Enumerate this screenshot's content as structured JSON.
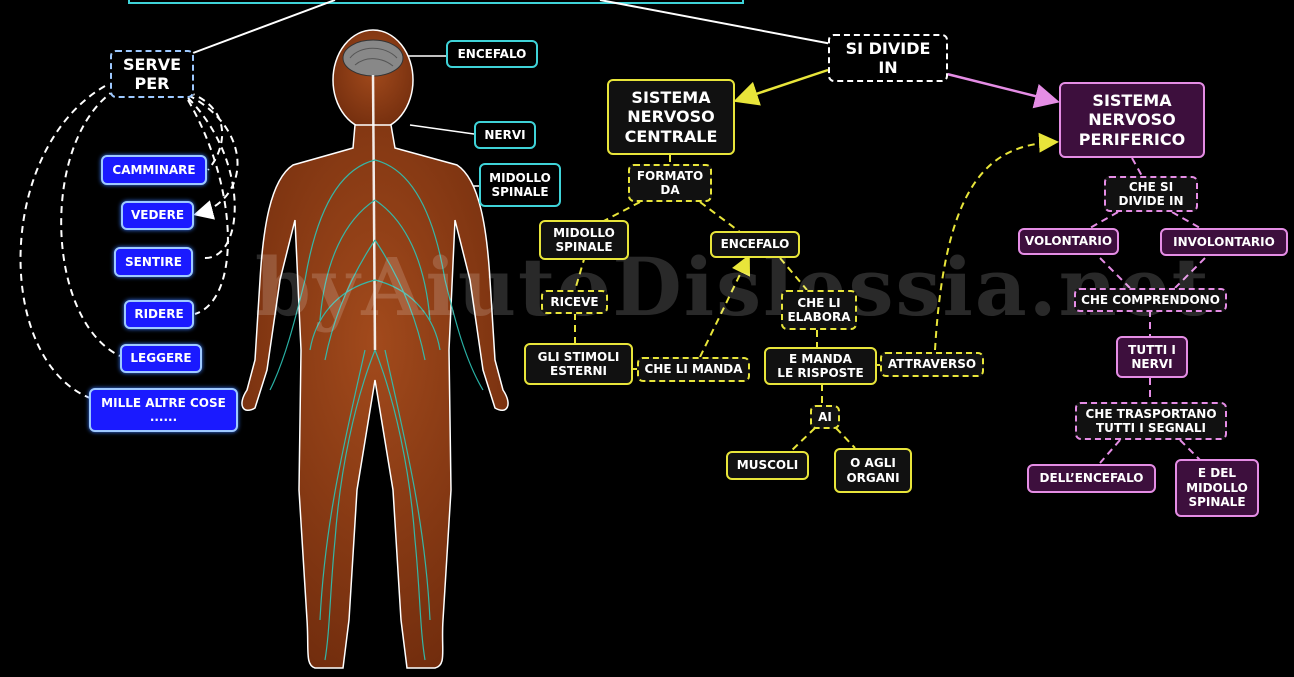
{
  "colors": {
    "background": "#000000",
    "blue_node": "#1a1aff",
    "cyan": "#3fd3d8",
    "yellow": "#e8e53a",
    "purple": "#e58de5",
    "body": "#8b3a14",
    "nerves": "#2ec4b6"
  },
  "left": {
    "serve_per": "SERVE\nPER",
    "items": [
      "CAMMINARE",
      "VEDERE",
      "SENTIRE",
      "RIDERE",
      "LEGGERE",
      "MILLE ALTRE COSE\n......"
    ]
  },
  "figure_labels": {
    "encefalo": "ENCEFALO",
    "nervi": "NERVI",
    "midollo": "MIDOLLO\nSPINALE",
    "illustration": "human-body-nervous-system"
  },
  "top": {
    "si_divide": "SI DIVIDE\nIN"
  },
  "central": {
    "title": "SISTEMA\nNERVOSO\nCENTRALE",
    "formato": "FORMATO\nDA",
    "midollo": "MIDOLLO\nSPINALE",
    "encefalo": "ENCEFALO",
    "riceve": "RICEVE",
    "stimoli": "GLI STIMOLI\nESTERNI",
    "che_li_manda": "CHE LI MANDA",
    "che_li_elabora": "CHE LI\nELABORA",
    "e_manda": "E MANDA\nLE RISPOSTE",
    "attraverso": "ATTRAVERSO",
    "ai": "AI",
    "muscoli": "MUSCOLI",
    "organi": "O AGLI\nORGANI"
  },
  "peripheral": {
    "title": "SISTEMA\nNERVOSO\nPERIFERICO",
    "che_si_divide": "CHE SI\nDIVIDE IN",
    "volontario": "VOLONTARIO",
    "involontario": "INVOLONTARIO",
    "che_comprendono": "CHE COMPRENDONO",
    "tutti_nervi": "TUTTI I\nNERVI",
    "trasportano": "CHE TRASPORTANO\nTUTTI I SEGNALI",
    "encefalo": "DELL’ENCEFALO",
    "midollo": "E DEL\nMIDOLLO\nSPINALE"
  },
  "watermark": "byAiutoDislessia.net"
}
